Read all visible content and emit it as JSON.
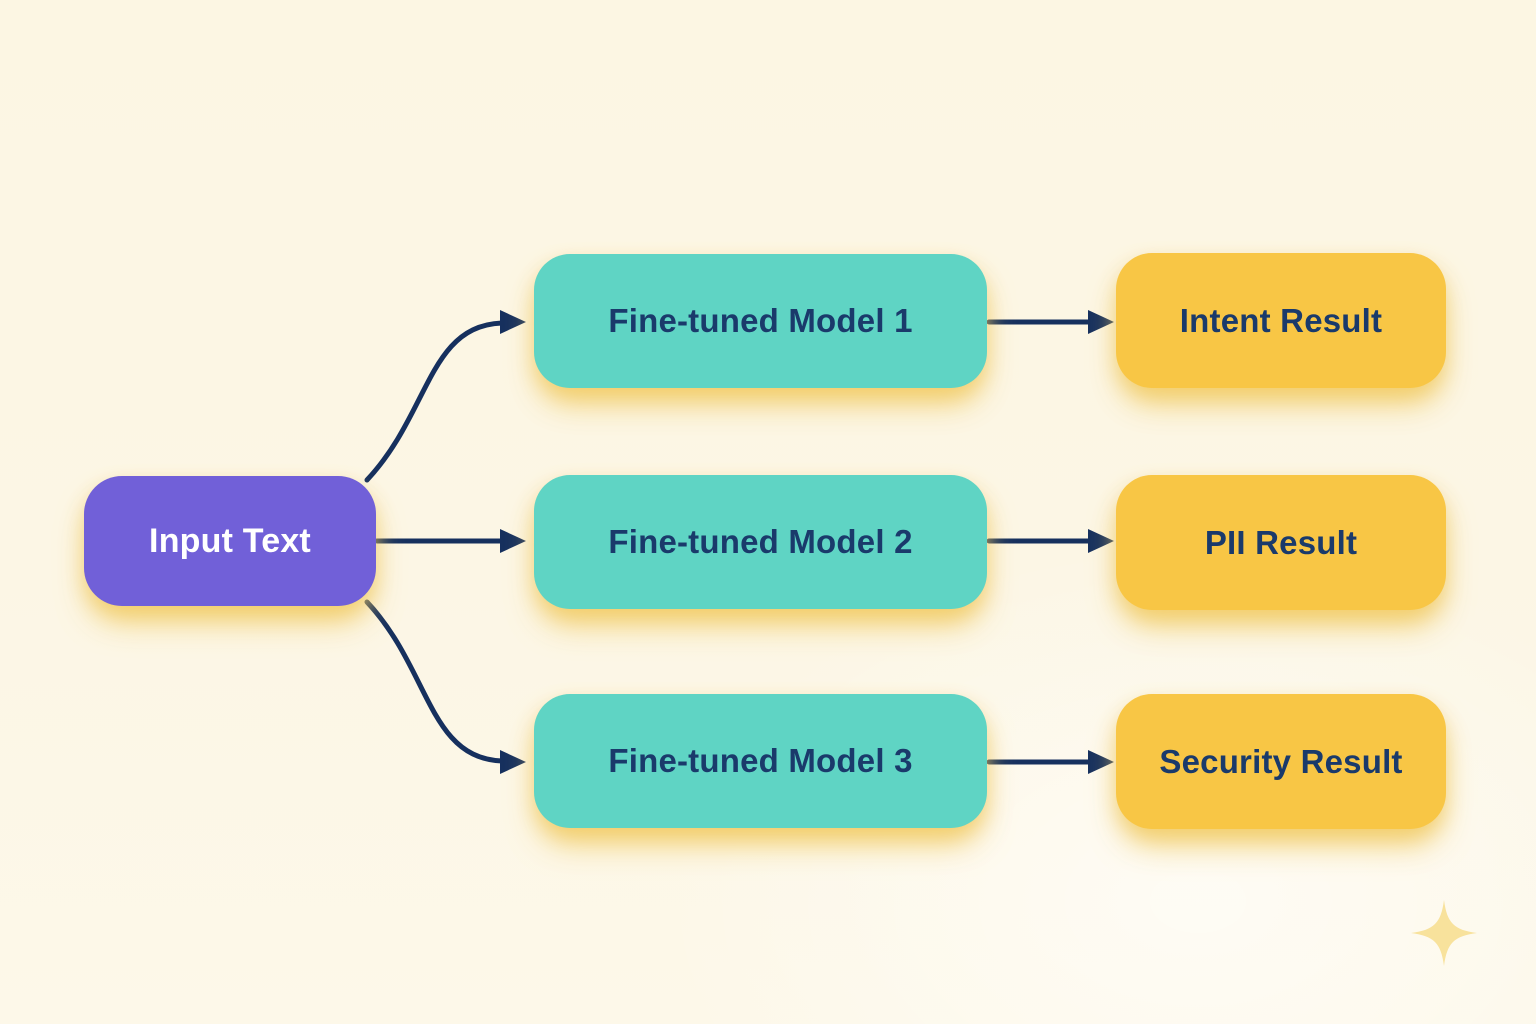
{
  "diagram": {
    "type": "flowchart",
    "background_color": "#FCF6E5",
    "text_color": "#1A3A6B",
    "arrow_color": "#16305E",
    "nodes": {
      "input": {
        "id": "input-text",
        "label": "Input Text",
        "color": "#7160D8",
        "text_color": "#FFFFFF"
      },
      "models": [
        {
          "id": "model-1",
          "label": "Fine-tuned Model 1",
          "color": "#5FD4C4"
        },
        {
          "id": "model-2",
          "label": "Fine-tuned Model 2",
          "color": "#5FD4C4"
        },
        {
          "id": "model-3",
          "label": "Fine-tuned Model 3",
          "color": "#5FD4C4"
        }
      ],
      "results": [
        {
          "id": "result-1",
          "label": "Intent Result",
          "color": "#F8C645"
        },
        {
          "id": "result-2",
          "label": "PII Result",
          "color": "#F8C645"
        },
        {
          "id": "result-3",
          "label": "Security Result",
          "color": "#F8C645"
        }
      ]
    },
    "edges": [
      {
        "from": "input-text",
        "to": "model-1",
        "style": "curved-up"
      },
      {
        "from": "input-text",
        "to": "model-2",
        "style": "straight"
      },
      {
        "from": "input-text",
        "to": "model-3",
        "style": "curved-down"
      },
      {
        "from": "model-1",
        "to": "result-1",
        "style": "straight"
      },
      {
        "from": "model-2",
        "to": "result-2",
        "style": "straight"
      },
      {
        "from": "model-3",
        "to": "result-3",
        "style": "straight"
      }
    ],
    "decoration": {
      "sparkle_color": "#F8E29C"
    }
  }
}
